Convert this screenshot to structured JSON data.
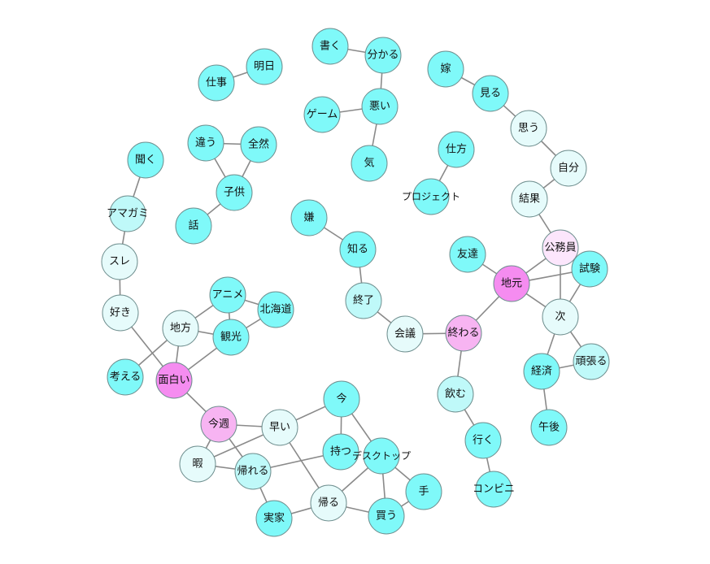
{
  "colors": {
    "cyan": "#7ff9f9",
    "light_cyan": "#bff9f9",
    "pale_cyan": "#e6fbfb",
    "pale_pink": "#fce6fc",
    "light_pink": "#f7b4f2",
    "pink": "#f58cf0",
    "edge": "#8a8a8a"
  },
  "nodes": [
    {
      "id": "shigoto",
      "label": "仕事",
      "color": "cyan"
    },
    {
      "id": "ashita",
      "label": "明日",
      "color": "cyan"
    },
    {
      "id": "kaku",
      "label": "書く",
      "color": "cyan"
    },
    {
      "id": "wakaru",
      "label": "分かる",
      "color": "cyan"
    },
    {
      "id": "warui",
      "label": "悪い",
      "color": "cyan"
    },
    {
      "id": "game",
      "label": "ゲーム",
      "color": "cyan"
    },
    {
      "id": "ki",
      "label": "気",
      "color": "cyan"
    },
    {
      "id": "yome",
      "label": "嫁",
      "color": "cyan"
    },
    {
      "id": "miru",
      "label": "見る",
      "color": "cyan"
    },
    {
      "id": "omou",
      "label": "思う",
      "color": "pale_cyan"
    },
    {
      "id": "jibun",
      "label": "自分",
      "color": "pale_cyan"
    },
    {
      "id": "kekka",
      "label": "結果",
      "color": "pale_cyan"
    },
    {
      "id": "koumuin",
      "label": "公務員",
      "color": "pale_pink"
    },
    {
      "id": "shiken",
      "label": "試験",
      "color": "cyan"
    },
    {
      "id": "jimoto",
      "label": "地元",
      "color": "pink"
    },
    {
      "id": "tomodachi",
      "label": "友達",
      "color": "cyan"
    },
    {
      "id": "tsugi",
      "label": "次",
      "color": "pale_cyan"
    },
    {
      "id": "keizai",
      "label": "経済",
      "color": "cyan"
    },
    {
      "id": "ganbaru",
      "label": "頑張る",
      "color": "light_cyan"
    },
    {
      "id": "gogo",
      "label": "午後",
      "color": "cyan"
    },
    {
      "id": "shikata",
      "label": "仕方",
      "color": "cyan"
    },
    {
      "id": "project",
      "label": "プロジェクト",
      "color": "cyan"
    },
    {
      "id": "iya",
      "label": "嫌",
      "color": "cyan"
    },
    {
      "id": "shiru",
      "label": "知る",
      "color": "cyan"
    },
    {
      "id": "shuuryou",
      "label": "終了",
      "color": "light_cyan"
    },
    {
      "id": "kaigi",
      "label": "会議",
      "color": "pale_cyan"
    },
    {
      "id": "owaru",
      "label": "終わる",
      "color": "light_pink"
    },
    {
      "id": "nomu",
      "label": "飲む",
      "color": "light_cyan"
    },
    {
      "id": "iku",
      "label": "行く",
      "color": "cyan"
    },
    {
      "id": "konbini",
      "label": "コンビニ",
      "color": "cyan"
    },
    {
      "id": "chigau",
      "label": "違う",
      "color": "cyan"
    },
    {
      "id": "zenzen",
      "label": "全然",
      "color": "cyan"
    },
    {
      "id": "kodomo",
      "label": "子供",
      "color": "cyan"
    },
    {
      "id": "hanashi",
      "label": "話",
      "color": "cyan"
    },
    {
      "id": "kiku",
      "label": "聞く",
      "color": "cyan"
    },
    {
      "id": "amagami",
      "label": "アマガミ",
      "color": "light_cyan"
    },
    {
      "id": "sure",
      "label": "スレ",
      "color": "pale_cyan"
    },
    {
      "id": "suki",
      "label": "好き",
      "color": "pale_cyan"
    },
    {
      "id": "kangaeru",
      "label": "考える",
      "color": "cyan"
    },
    {
      "id": "chihou",
      "label": "地方",
      "color": "pale_cyan"
    },
    {
      "id": "anime",
      "label": "アニメ",
      "color": "cyan"
    },
    {
      "id": "hokkaido",
      "label": "北海道",
      "color": "cyan"
    },
    {
      "id": "kankou",
      "label": "観光",
      "color": "cyan"
    },
    {
      "id": "omoshiroi",
      "label": "面白い",
      "color": "pink"
    },
    {
      "id": "konshuu",
      "label": "今週",
      "color": "light_pink"
    },
    {
      "id": "hayai",
      "label": "早い",
      "color": "pale_cyan"
    },
    {
      "id": "ima",
      "label": "今",
      "color": "cyan"
    },
    {
      "id": "motsu",
      "label": "持つ",
      "color": "cyan"
    },
    {
      "id": "desktop",
      "label": "デスクトップ",
      "color": "cyan"
    },
    {
      "id": "hima",
      "label": "暇",
      "color": "pale_cyan"
    },
    {
      "id": "kaereru",
      "label": "帰れる",
      "color": "light_cyan"
    },
    {
      "id": "jikka",
      "label": "実家",
      "color": "cyan"
    },
    {
      "id": "kaeru",
      "label": "帰る",
      "color": "pale_cyan"
    },
    {
      "id": "kau",
      "label": "買う",
      "color": "cyan"
    },
    {
      "id": "te",
      "label": "手",
      "color": "cyan"
    }
  ],
  "edges": [
    [
      "shigoto",
      "ashita"
    ],
    [
      "kaku",
      "wakaru"
    ],
    [
      "wakaru",
      "warui"
    ],
    [
      "warui",
      "game"
    ],
    [
      "warui",
      "ki"
    ],
    [
      "yome",
      "miru"
    ],
    [
      "miru",
      "omou"
    ],
    [
      "omou",
      "jibun"
    ],
    [
      "jibun",
      "kekka"
    ],
    [
      "kekka",
      "koumuin"
    ],
    [
      "koumuin",
      "jimoto"
    ],
    [
      "koumuin",
      "shiken"
    ],
    [
      "koumuin",
      "tsugi"
    ],
    [
      "jimoto",
      "shiken"
    ],
    [
      "jimoto",
      "tomodachi"
    ],
    [
      "jimoto",
      "tsugi"
    ],
    [
      "jimoto",
      "owaru"
    ],
    [
      "shiken",
      "tsugi"
    ],
    [
      "tsugi",
      "keizai"
    ],
    [
      "tsugi",
      "ganbaru"
    ],
    [
      "keizai",
      "ganbaru"
    ],
    [
      "keizai",
      "gogo"
    ],
    [
      "shikata",
      "project"
    ],
    [
      "iya",
      "shiru"
    ],
    [
      "shiru",
      "shuuryou"
    ],
    [
      "shuuryou",
      "kaigi"
    ],
    [
      "kaigi",
      "owaru"
    ],
    [
      "owaru",
      "nomu"
    ],
    [
      "nomu",
      "iku"
    ],
    [
      "iku",
      "konbini"
    ],
    [
      "chigau",
      "zenzen"
    ],
    [
      "chigau",
      "kodomo"
    ],
    [
      "zenzen",
      "kodomo"
    ],
    [
      "kodomo",
      "hanashi"
    ],
    [
      "kiku",
      "amagami"
    ],
    [
      "amagami",
      "sure"
    ],
    [
      "sure",
      "suki"
    ],
    [
      "suki",
      "omoshiroi"
    ],
    [
      "kangaeru",
      "chihou"
    ],
    [
      "chihou",
      "anime"
    ],
    [
      "chihou",
      "kankou"
    ],
    [
      "chihou",
      "omoshiroi"
    ],
    [
      "anime",
      "hokkaido"
    ],
    [
      "anime",
      "kankou"
    ],
    [
      "hokkaido",
      "kankou"
    ],
    [
      "kankou",
      "omoshiroi"
    ],
    [
      "omoshiroi",
      "konshuu"
    ],
    [
      "konshuu",
      "hayai"
    ],
    [
      "konshuu",
      "hima"
    ],
    [
      "konshuu",
      "kaereru"
    ],
    [
      "hayai",
      "ima"
    ],
    [
      "hayai",
      "hima"
    ],
    [
      "hayai",
      "kaeru"
    ],
    [
      "ima",
      "motsu"
    ],
    [
      "ima",
      "desktop"
    ],
    [
      "hima",
      "kaereru"
    ],
    [
      "kaereru",
      "motsu"
    ],
    [
      "kaereru",
      "jikka"
    ],
    [
      "jikka",
      "kaeru"
    ],
    [
      "kaeru",
      "desktop"
    ],
    [
      "kaeru",
      "kau"
    ],
    [
      "desktop",
      "kau"
    ],
    [
      "desktop",
      "te"
    ],
    [
      "kau",
      "te"
    ]
  ]
}
